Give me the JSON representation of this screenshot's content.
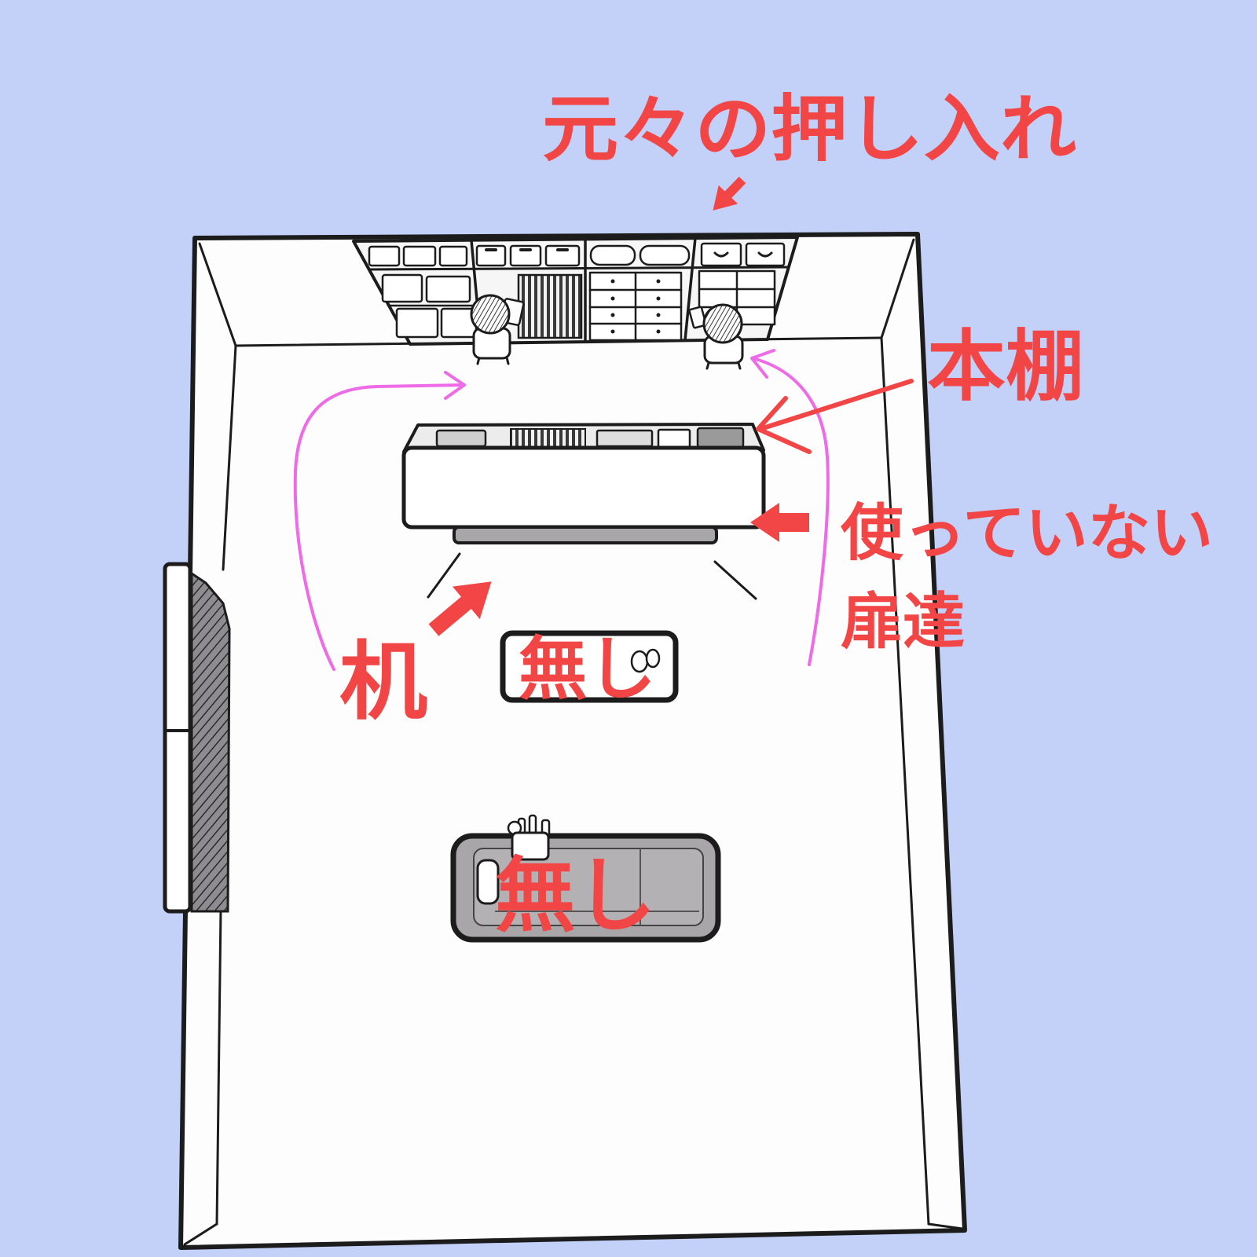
{
  "labels": {
    "closet": "元々の押し入れ",
    "bookshelf": "本棚",
    "unused_doors_line1": "使っていない",
    "unused_doors_line2": "扉達",
    "desk": "机",
    "table_removed": "無し",
    "sofa_removed": "無し"
  },
  "colors": {
    "background": "#c3d0f8",
    "label_red": "#f24545",
    "route_pink": "#ee6ae6",
    "ink": "#1c1c1c",
    "floor": "#fdfdfd",
    "furniture_gray": "#a8a6a9"
  },
  "icons": {
    "closet_pointer": "arrow-down-left-icon",
    "bookshelf_pointer": "arrow-left-line-icon",
    "doors_pointer": "arrow-left-icon",
    "desk_pointer": "arrow-up-right-icon",
    "left_route": "curved-arrow-right-icon",
    "right_route": "curved-arrow-left-icon"
  }
}
